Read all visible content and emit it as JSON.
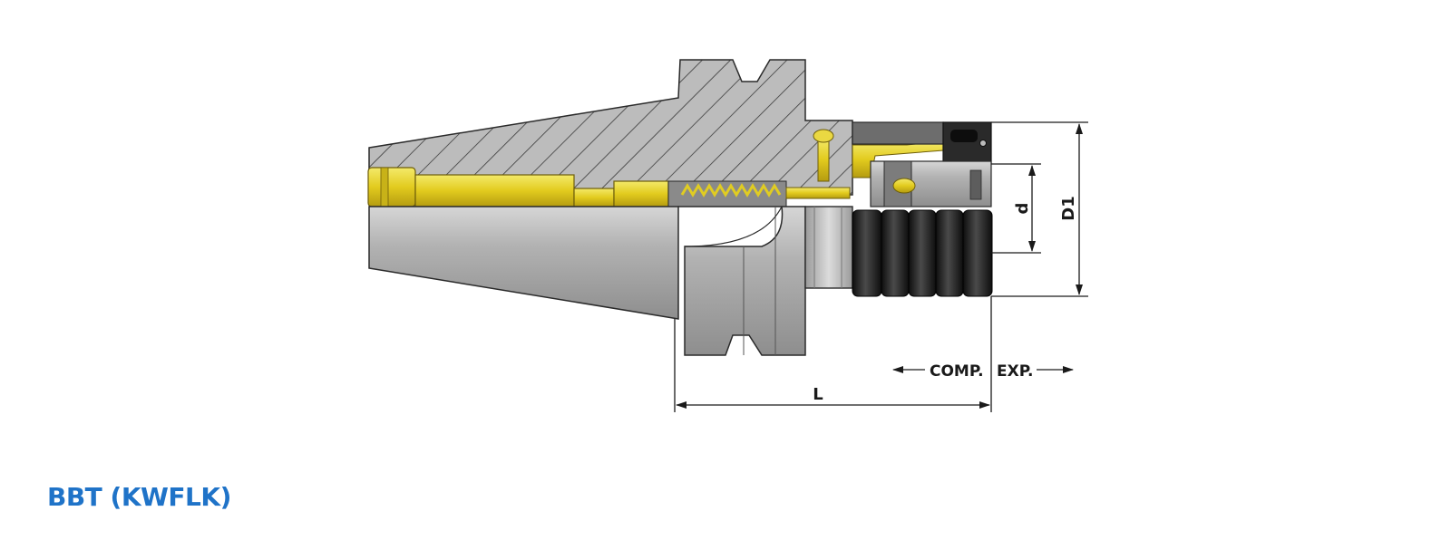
{
  "title": "BBT (KWFLK)",
  "dimensions": {
    "diameter_small": "d",
    "diameter_outer": "D1",
    "length": "L",
    "compression": "COMP.",
    "expansion": "EXP."
  },
  "colors": {
    "title": "#1f73c8",
    "brass": "#e6d12a",
    "section": "#b9b9b9",
    "steel": "#a9a9a9",
    "collar": "#1c1c1c",
    "hatch": "#444444",
    "dimension_line": "#1a1a1a"
  }
}
